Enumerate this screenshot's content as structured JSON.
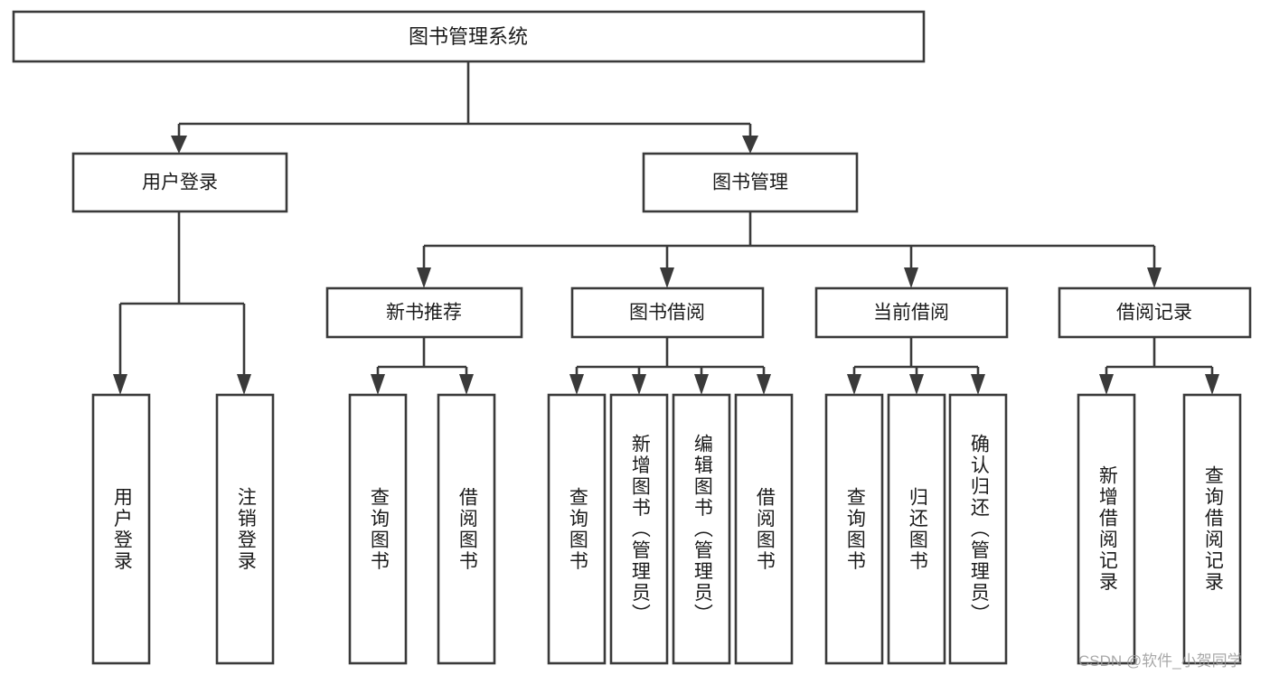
{
  "diagram": {
    "title": "图书管理系统",
    "watermark": "CSDN @软件_小贺同学",
    "stroke_color": "#3a3a3a",
    "fill_color": "#ffffff",
    "text_color": "#1b1b1b",
    "root": {
      "label": "图书管理系统"
    },
    "level2": [
      {
        "label": "用户登录"
      },
      {
        "label": "图书管理"
      }
    ],
    "level3": [
      {
        "label": "新书推荐"
      },
      {
        "label": "图书借阅"
      },
      {
        "label": "当前借阅"
      },
      {
        "label": "借阅记录"
      }
    ],
    "leaves": [
      {
        "label": "用户登录",
        "parent": "用户登录"
      },
      {
        "label": "注销登录",
        "parent": "用户登录"
      },
      {
        "label": "查询图书",
        "parent": "新书推荐"
      },
      {
        "label": "借阅图书",
        "parent": "新书推荐"
      },
      {
        "label": "查询图书",
        "parent": "图书借阅"
      },
      {
        "label": "新增图书（管理员）",
        "parent": "图书借阅"
      },
      {
        "label": "编辑图书（管理员）",
        "parent": "图书借阅"
      },
      {
        "label": "借阅图书",
        "parent": "图书借阅"
      },
      {
        "label": "查询图书",
        "parent": "当前借阅"
      },
      {
        "label": "归还图书",
        "parent": "当前借阅"
      },
      {
        "label": "确认归还（管理员）",
        "parent": "当前借阅"
      },
      {
        "label": "新增借阅记录",
        "parent": "借阅记录"
      },
      {
        "label": "查询借阅记录",
        "parent": "借阅记录"
      }
    ]
  }
}
